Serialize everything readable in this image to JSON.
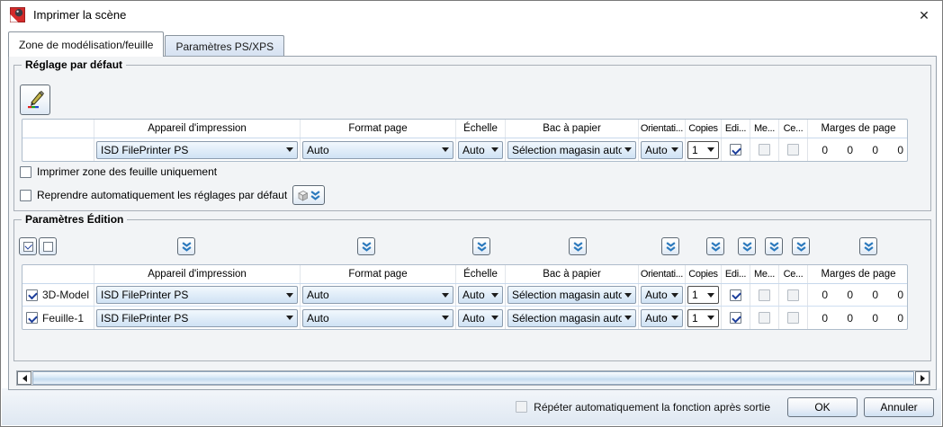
{
  "window": {
    "title": "Imprimer la scène",
    "close_glyph": "✕"
  },
  "tabs": [
    {
      "label": "Zone de modélisation/feuille",
      "active": true
    },
    {
      "label": "Paramètres PS/XPS",
      "active": false
    }
  ],
  "columns": {
    "device": "Appareil d'impression",
    "format": "Format page",
    "scale": "Échelle",
    "tray": "Bac à papier",
    "orientation": "Orientati...",
    "copies": "Copies",
    "edit": "Edi...",
    "me": "Me...",
    "ce": "Ce...",
    "margins": "Marges de page"
  },
  "default_group": {
    "legend": "Réglage par défaut",
    "row": {
      "printer": "ISD FilePrinter PS",
      "format": "Auto",
      "scale": "Auto",
      "tray": "Sélection magasin auto",
      "orientation": "Auto",
      "copies": "1",
      "edit_checked": true,
      "me_enabled": false,
      "ce_enabled": false,
      "margins": [
        "0",
        "0",
        "0",
        "0"
      ]
    },
    "print_sheet_zone_only": {
      "label": "Imprimer zone des feuille uniquement",
      "checked": false
    },
    "reuse_defaults": {
      "label": "Reprendre automatiquement les réglages par défaut",
      "checked": false
    }
  },
  "edition_group": {
    "legend": "Paramètres Édition",
    "rows": {
      "model": {
        "label": "3D-Model",
        "checked": true,
        "printer": "ISD FilePrinter PS",
        "format": "Auto",
        "scale": "Auto",
        "tray": "Sélection magasin auto",
        "orientation": "Auto",
        "copies": "1",
        "edit_checked": true,
        "margins": [
          "0",
          "0",
          "0",
          "0"
        ]
      },
      "sheet": {
        "label": "Feuille-1",
        "checked": true,
        "printer": "ISD FilePrinter PS",
        "format": "Auto",
        "scale": "Auto",
        "tray": "Sélection magasin auto",
        "orientation": "Auto",
        "copies": "1",
        "edit_checked": true,
        "margins": [
          "0",
          "0",
          "0",
          "0"
        ]
      }
    }
  },
  "footer": {
    "repeat_label": "Répéter automatiquement la fonction après sortie",
    "repeat_checked": false,
    "ok": "OK",
    "cancel": "Annuler"
  },
  "colors": {
    "accent_chevron_blue": "#2b79bd",
    "check_navy": "#1d3f9b",
    "combo_gradient_top": "#f2f8fd",
    "combo_gradient_bottom": "#cfe2f4",
    "inactive_tab": "#d5e1f1",
    "panel_bg": "#f2f4f6",
    "title_icon_red": "#d42a2a"
  }
}
